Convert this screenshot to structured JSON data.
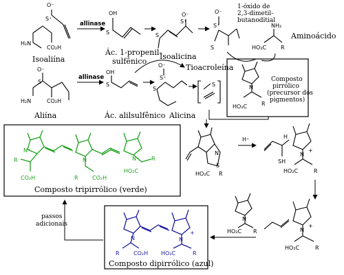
{
  "labels": {
    "isoalliin": "Isoaliína",
    "propenyl_sulfenic_1": "Ác. 1-propenil-",
    "propenyl_sulfenic_2": "sulfênico",
    "isoallicin": "Isoalicina",
    "oxide_1": "1-óxido de",
    "oxide_2": "2,3-dimetil-",
    "oxide_3": "butanoditial",
    "amino_acid": "Aminoácido",
    "alliin": "Aliína",
    "allyl_sulfenic": "Ác. alilsulfênico",
    "allicin": "Alicina",
    "thioacrolein": "Tioacroleína",
    "pyrrolic_1": "Composto",
    "pyrrolic_2": "pirrólico",
    "pyrrolic_3": "(precursor dos",
    "pyrrolic_4": "pigmentos)",
    "tripyrrolic": "Composto tripirrólico (verde)",
    "dipyrrolic": "Composto dipirrólico (azul)",
    "extra_steps_1": "passos",
    "extra_steps_2": "adicionais",
    "alliinase_1": "allinase",
    "alliinase_2": "allinase",
    "h_plus": "H⁺"
  },
  "atoms": {
    "s": "S",
    "s_plus": "S⁺",
    "o_minus": "O⁻",
    "oh": "OH",
    "h2n": "H₂N",
    "nh2": "NH₂",
    "co2h": "CO₂H",
    "ho2c": "HO₂C",
    "n": "N",
    "n_plus": "N⁺",
    "r": "R",
    "h": "H",
    "sh": "SH",
    "plus": "+"
  },
  "colors": {
    "green": "#1aa01a",
    "blue": "#1a1aa0"
  }
}
